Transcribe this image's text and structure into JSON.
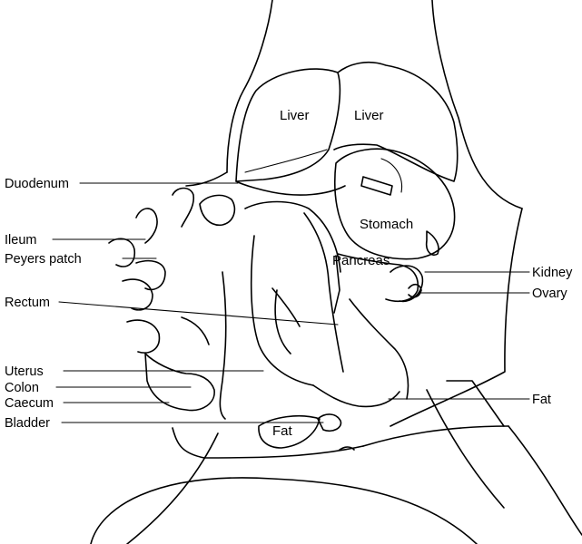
{
  "labels": {
    "liver_left": "Liver",
    "liver_right": "Liver",
    "stomach": "Stomach",
    "pancreas": "Pancreas",
    "fat_bottom": "Fat",
    "duodenum": "Duodenum",
    "ileum": "Ileum",
    "peyers_patch": "Peyers patch",
    "rectum": "Rectum",
    "uterus": "Uterus",
    "colon": "Colon",
    "caecum": "Caecum",
    "bladder": "Bladder",
    "kidney": "Kidney",
    "ovary": "Ovary",
    "fat_right": "Fat"
  }
}
